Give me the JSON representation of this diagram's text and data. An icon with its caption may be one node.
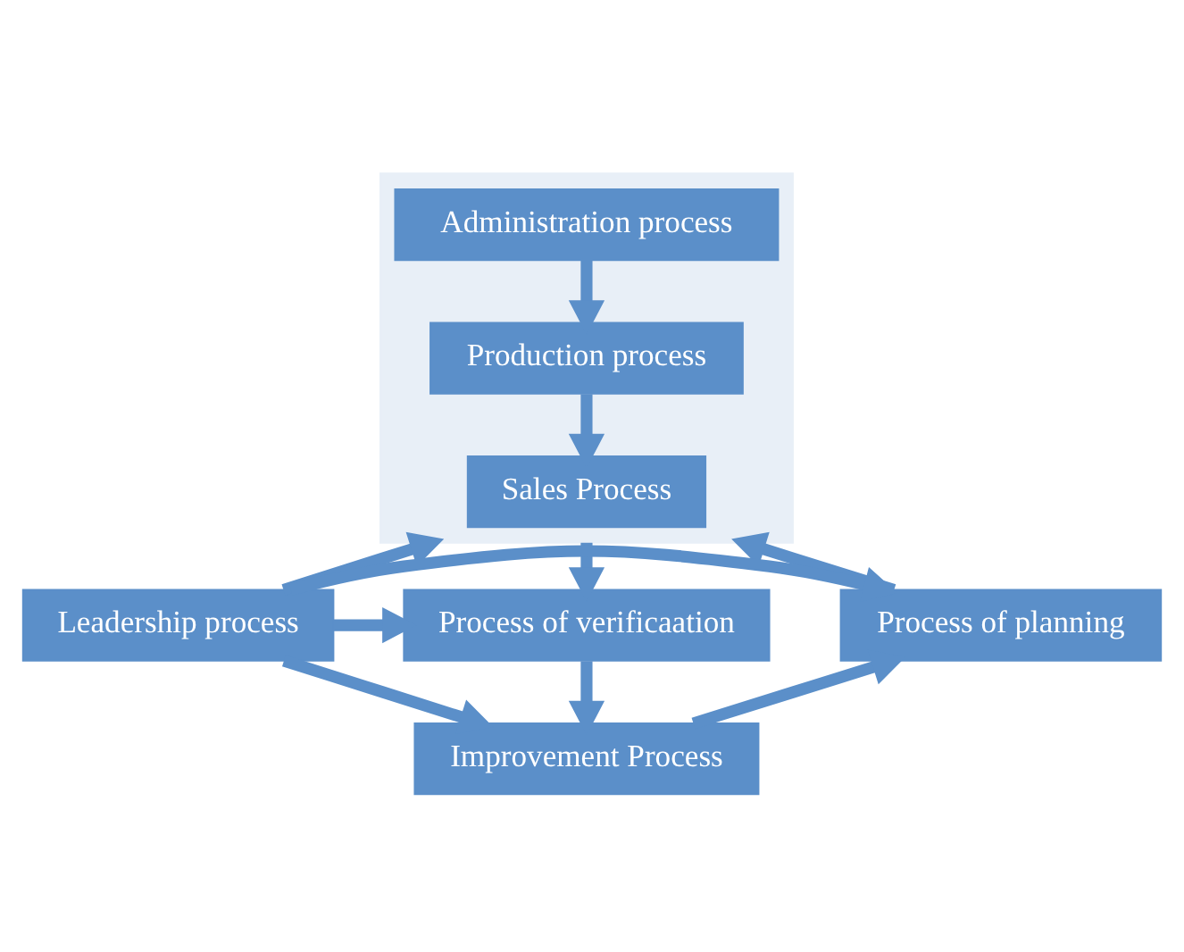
{
  "diagram": {
    "nodes": [
      {
        "text": [],
        "shape": "box"
      },
      {
        "text": [
          "Administration process"
        ],
        "in": 0
      },
      {
        "text": [
          "Production process"
        ],
        "in": 0
      },
      {
        "text": [
          "Sales Process"
        ],
        "in": 0
      },
      {
        "text": [
          "Leadership process"
        ]
      },
      {
        "text": [
          "Process of planning"
        ]
      },
      {
        "text": [
          "Process of verificaation"
        ]
      },
      {
        "text": [
          "Improvement Process"
        ]
      }
    ],
    "edges": [
      {
        "from": 1,
        "to": 2,
        "arrow": "to"
      },
      {
        "from": 2,
        "to": 3,
        "arrow": "to"
      },
      {
        "from": 4,
        "to": 0,
        "arrow": "to"
      },
      {
        "from": 4,
        "to": 5,
        "arrow": "to"
      },
      {
        "from": 4,
        "to": 6,
        "arrow": "to"
      },
      {
        "from": 4,
        "to": 7,
        "arrow": "to"
      },
      {
        "from": 0,
        "to": 6,
        "arrow": "to"
      },
      {
        "from": 6,
        "to": 7,
        "arrow": "to"
      },
      {
        "from": 7,
        "to": 5,
        "arrow": "to"
      },
      {
        "from": 5,
        "to": 0,
        "arrow": "to"
      }
    ]
  }
}
